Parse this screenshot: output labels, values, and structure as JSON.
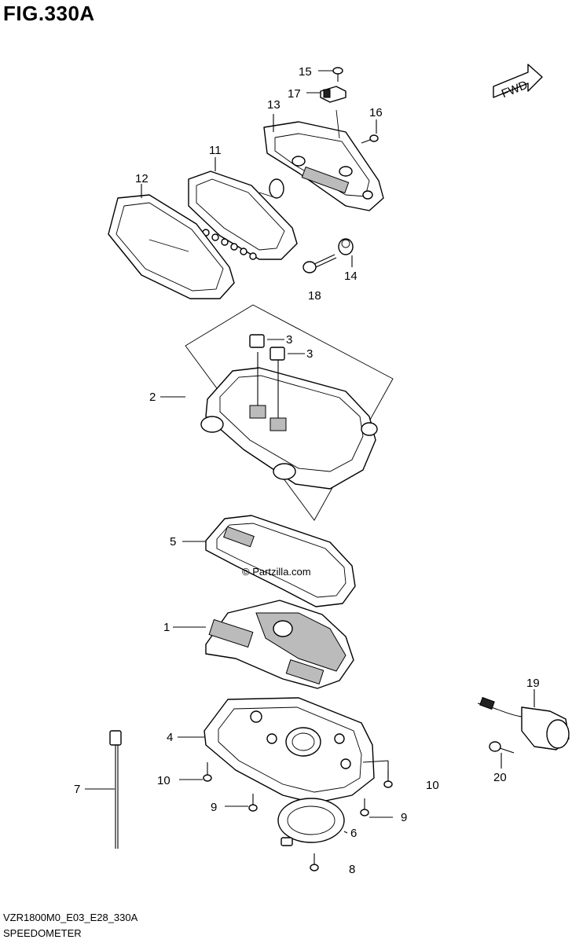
{
  "figure": {
    "title": "FIG.330A",
    "code": "VZR1800M0_E03_E28_330A",
    "name": "SPEEDOMETER",
    "direction_badge": "FWD",
    "watermark": "© Partzilla.com"
  },
  "callouts": {
    "c1": "1",
    "c2": "2",
    "c3a": "3",
    "c3b": "3",
    "c4": "4",
    "c5": "5",
    "c6": "6",
    "c7": "7",
    "c8": "8",
    "c9a": "9",
    "c9b": "9",
    "c10a": "10",
    "c10b": "10",
    "c11": "11",
    "c12": "12",
    "c13": "13",
    "c14": "14",
    "c15": "15",
    "c16": "16",
    "c17": "17",
    "c18": "18",
    "c19": "19",
    "c20": "20"
  }
}
